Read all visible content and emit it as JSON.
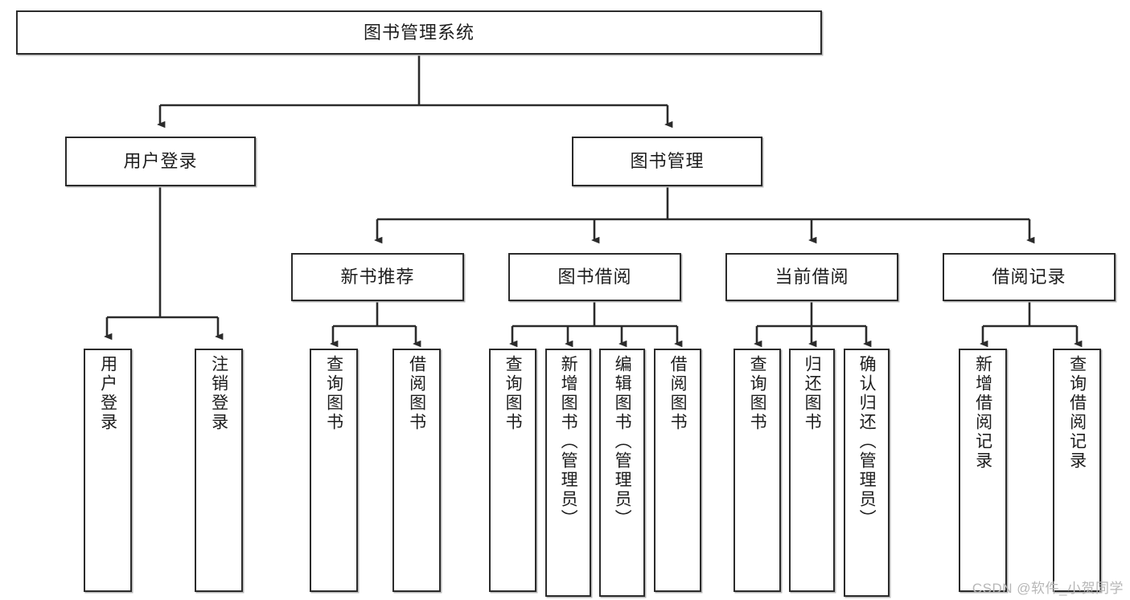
{
  "diagram": {
    "title": "图书管理系统",
    "type": "tree",
    "orientation": "top-down",
    "colors": {
      "box_border": "#2b2b2b",
      "box_fill": "#ffffff",
      "connector": "#2b2b2b",
      "text": "#1d1d1d",
      "watermark": "#b7b7b7",
      "background": "#ffffff"
    },
    "root": {
      "label": "图书管理系统",
      "children": [
        {
          "label": "用户登录",
          "children": [
            {
              "label": "用户登录"
            },
            {
              "label": "注销登录"
            }
          ]
        },
        {
          "label": "图书管理",
          "children": [
            {
              "label": "新书推荐",
              "children": [
                {
                  "label": "查询图书"
                },
                {
                  "label": "借阅图书"
                }
              ]
            },
            {
              "label": "图书借阅",
              "children": [
                {
                  "label": "查询图书"
                },
                {
                  "label": "新增图书（管理员）"
                },
                {
                  "label": "编辑图书（管理员）"
                },
                {
                  "label": "借阅图书"
                }
              ]
            },
            {
              "label": "当前借阅",
              "children": [
                {
                  "label": "查询图书"
                },
                {
                  "label": "归还图书"
                },
                {
                  "label": "确认归还（管理员）"
                }
              ]
            },
            {
              "label": "借阅记录",
              "children": [
                {
                  "label": "新增借阅记录"
                },
                {
                  "label": "查询借阅记录"
                }
              ]
            }
          ]
        }
      ]
    }
  },
  "watermark": {
    "text": "CSDN @软件_小贺同学"
  }
}
